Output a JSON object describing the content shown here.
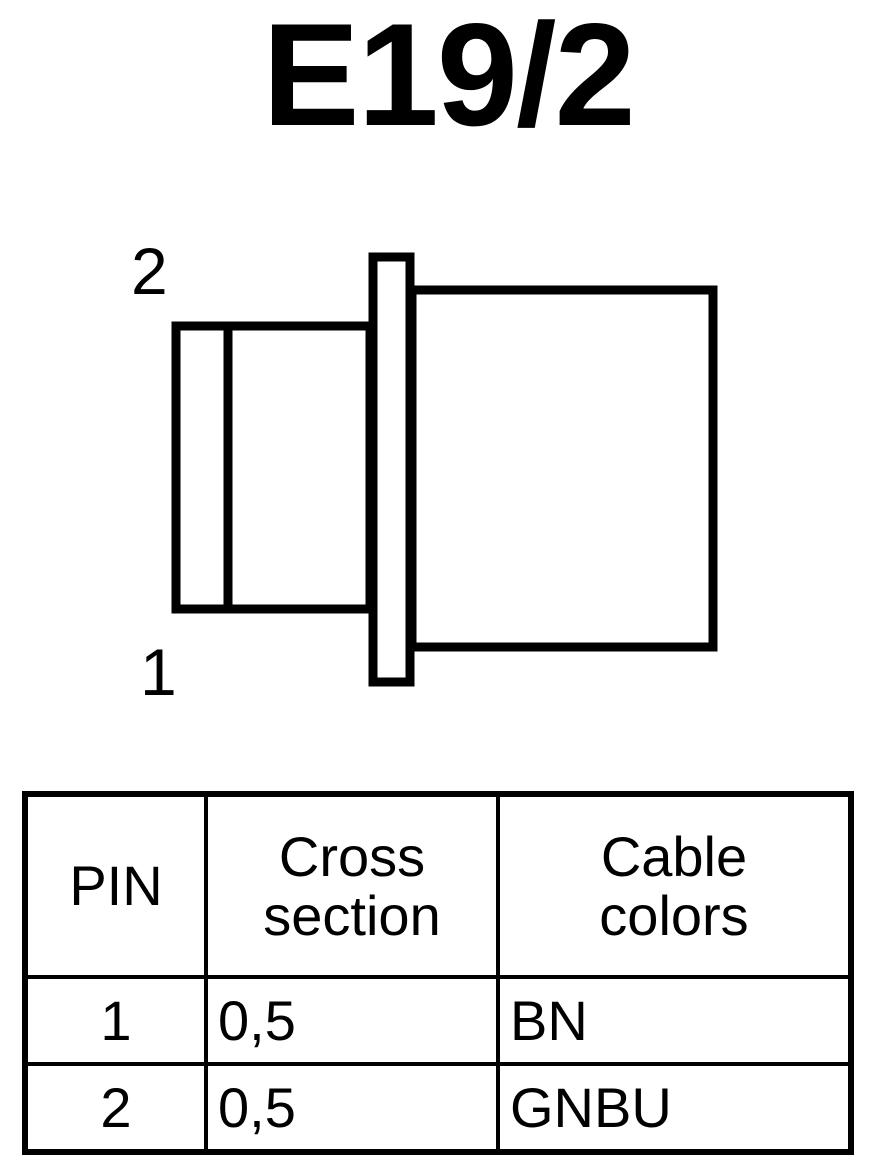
{
  "title": "E19/2",
  "drawing": {
    "name": "connector-front-view",
    "pin_labels": [
      {
        "id": "pin-2",
        "text": "2"
      },
      {
        "id": "pin-1",
        "text": "1"
      }
    ],
    "stroke_color": "#000000",
    "fill_color": "#ffffff"
  },
  "table": {
    "headers": [
      {
        "key": "pin",
        "lines": [
          "PIN"
        ]
      },
      {
        "key": "cross",
        "lines": [
          "Cross",
          "section"
        ]
      },
      {
        "key": "colors",
        "lines": [
          "Cable",
          "colors"
        ]
      }
    ],
    "rows": [
      {
        "pin": "1",
        "cross": "0,5",
        "colors": "BN"
      },
      {
        "pin": "2",
        "cross": "0,5",
        "colors": "GNBU"
      }
    ]
  }
}
